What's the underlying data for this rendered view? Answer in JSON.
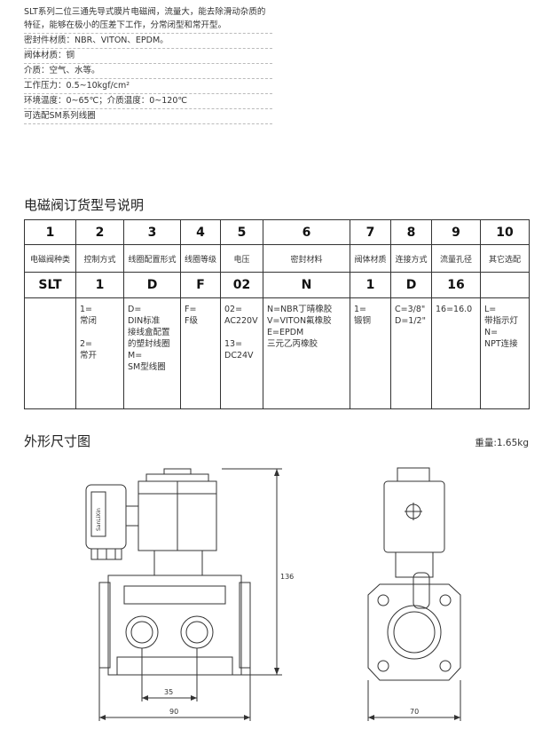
{
  "intro": {
    "description": "SLT系列二位三通先导式膜片电磁阀，流量大，能去除滑动杂质的特征，能够在极小的压差下工作，分常闭型和常开型。",
    "specs": [
      "密封件材质：NBR、VITON、EPDM。",
      "阀体材质：铜",
      "介质：空气、水等。",
      "工作压力：0.5~10kgf/cm²",
      "环境温度：0~65℃；介质温度：0~120℃",
      "可选配SM系列线圈"
    ]
  },
  "order": {
    "title": "电磁阀订货型号说明",
    "columns": [
      {
        "no": "1",
        "name": "电磁阀种类",
        "code": "SLT",
        "options": []
      },
      {
        "no": "2",
        "name": "控制方式",
        "code": "1",
        "options": [
          "1=",
          "常闭",
          "",
          "2=",
          "常开"
        ]
      },
      {
        "no": "3",
        "name": "线圈配置形式",
        "code": "D",
        "options": [
          "D=",
          "DIN标准",
          "接线盒配置",
          "的塑封线圈",
          "M=",
          "SM型线圈"
        ]
      },
      {
        "no": "4",
        "name": "线圈等级",
        "code": "F",
        "options": [
          "F=",
          "F级"
        ]
      },
      {
        "no": "5",
        "name": "电压",
        "code": "02",
        "options": [
          "02=",
          "AC220V",
          "",
          "13=",
          "DC24V"
        ]
      },
      {
        "no": "6",
        "name": "密封材料",
        "code": "N",
        "options": [
          "N=NBR丁晴橡胶",
          "V=VITON氟橡胶",
          "E=EPDM",
          "三元乙丙橡胶"
        ]
      },
      {
        "no": "7",
        "name": "阀体材质",
        "code": "1",
        "options": [
          "1=",
          "锻铜"
        ]
      },
      {
        "no": "8",
        "name": "连接方式",
        "code": "D",
        "options": [
          "C=3/8\"",
          "D=1/2\""
        ]
      },
      {
        "no": "9",
        "name": "流量孔径",
        "code": "16",
        "options": [
          "16=16.0"
        ]
      },
      {
        "no": "10",
        "name": "其它选配",
        "code": "",
        "options": [
          "L=",
          "带指示灯",
          "N=",
          "NPT连接"
        ]
      }
    ]
  },
  "drawing": {
    "title": "外形尺寸图",
    "weight": "重量:1.65kg",
    "brand": "SanLiXin",
    "dims": {
      "height": "136",
      "port_spacing": "35",
      "front_width": "90",
      "side_width": "70"
    }
  }
}
